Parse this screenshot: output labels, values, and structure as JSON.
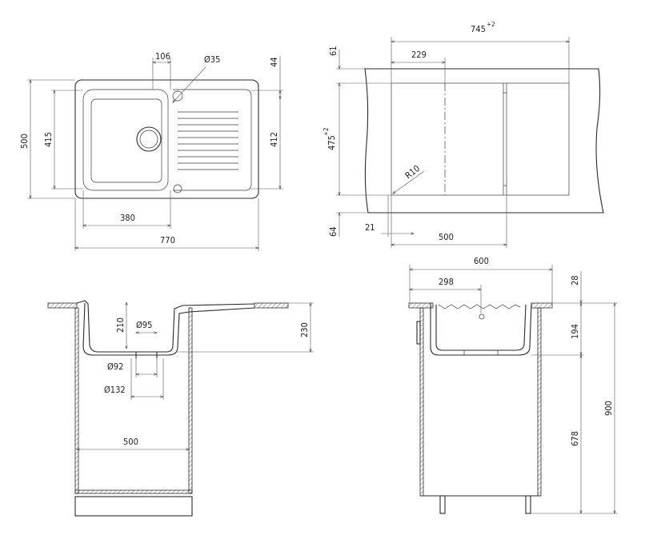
{
  "top_view": {
    "dim_106": "106",
    "dim_d35": "Ø35",
    "dim_44": "44",
    "dim_500": "500",
    "dim_415": "415",
    "dim_412": "412",
    "dim_380": "380",
    "dim_770": "770"
  },
  "cutout_view": {
    "dim_745": "745",
    "dim_745_tol": "+2",
    "dim_61": "61",
    "dim_229": "229",
    "dim_475": "475",
    "dim_475_tol": "+2",
    "dim_r10": "R10",
    "dim_64": "64",
    "dim_21": "21",
    "dim_500": "500"
  },
  "front_section": {
    "dim_210": "210",
    "dim_d95": "Ø95",
    "dim_230": "230",
    "dim_d92": "Ø92",
    "dim_d132": "Ø132",
    "dim_500": "500"
  },
  "side_section": {
    "dim_600": "600",
    "dim_298": "298",
    "dim_28": "28",
    "dim_194": "194",
    "dim_900": "900",
    "dim_678": "678"
  },
  "colors": {
    "line": "#2a2a2a",
    "background": "#ffffff"
  }
}
